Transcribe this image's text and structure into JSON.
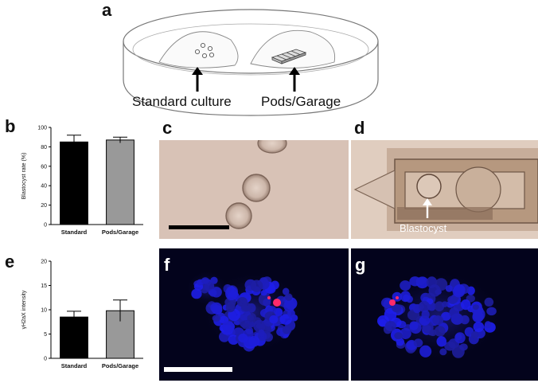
{
  "panels": {
    "a": {
      "letter": "a",
      "label_left": "Standard culture",
      "label_right": "Pods/Garage"
    },
    "b": {
      "letter": "b"
    },
    "c": {
      "letter": "c"
    },
    "d": {
      "letter": "d",
      "annotation": "Blastocyst"
    },
    "e": {
      "letter": "e"
    },
    "f": {
      "letter": "f"
    },
    "g": {
      "letter": "g"
    }
  },
  "colors": {
    "standard_bar": "#000000",
    "pods_bar": "#999999",
    "brightfield_bg": "#d9c3b8",
    "fluorescence_bg": "#02021a",
    "nuclei": "#2a2ad8",
    "foci": "#ff2a6a"
  },
  "chart_data": [
    {
      "type": "bar",
      "panel": "b",
      "categories": [
        "Standard",
        "Pods/Garage"
      ],
      "values": [
        85,
        87
      ],
      "errors": [
        7,
        3
      ],
      "title": "",
      "xlabel": "",
      "ylabel": "Blastocyst rate (%)",
      "ylim": [
        0,
        100
      ],
      "yticks": [
        0,
        20,
        40,
        60,
        80,
        100
      ],
      "grid": false
    },
    {
      "type": "bar",
      "panel": "e",
      "categories": [
        "Standard",
        "Pods/Garage"
      ],
      "values": [
        8.5,
        9.8
      ],
      "errors": [
        1.2,
        2.2
      ],
      "title": "",
      "xlabel": "",
      "ylabel": "γH2aX intensity",
      "ylim": [
        0,
        20
      ],
      "yticks": [
        0,
        5,
        10,
        15,
        20
      ],
      "grid": false
    }
  ]
}
